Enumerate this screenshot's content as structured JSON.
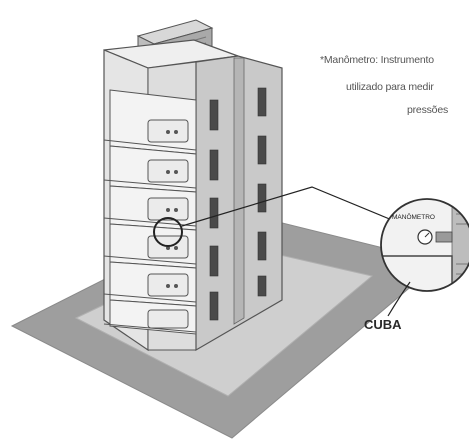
{
  "footnote": {
    "line1": "*Manômetro: Instrumento",
    "line2": "utilizado para medir",
    "line3": "pressões"
  },
  "callout": {
    "inset_label": "MANÔMETRO",
    "tank_label": "CUBA"
  },
  "colors": {
    "ground": "#9a9a9a",
    "ground_edge": "#b8b8b8",
    "pad": "#d0d0d0",
    "building_front": "#e3e3e3",
    "building_side": "#c7c7c7",
    "window": "#4a4a4a",
    "outline": "#555555",
    "leader": "#222222"
  },
  "icons": [
    "building-illustration",
    "magnifier-circle",
    "pressure-gauge-icon"
  ]
}
